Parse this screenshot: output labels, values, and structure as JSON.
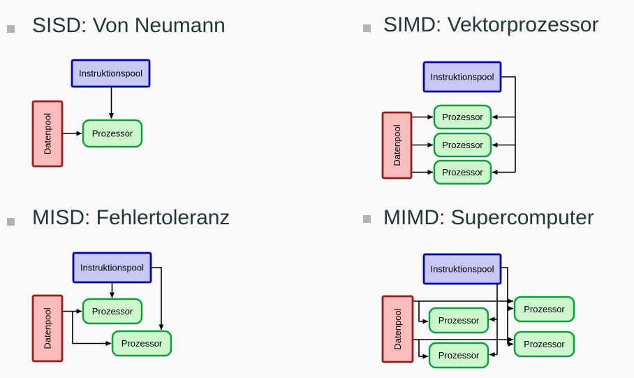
{
  "slide": {
    "background_color": "#fafafa",
    "title_color": "#23373b",
    "bullet_color": "#b3b3b3"
  },
  "labels": {
    "instruction_pool": "Instruktionspool",
    "data_pool": "Datenpool",
    "processor": "Prozessor"
  },
  "colors": {
    "instruction_pool_fill": "#c8c8f5",
    "instruction_pool_border": "#0000ad",
    "data_pool_fill": "#fbbcbc",
    "data_pool_border": "#9b1b1b",
    "processor_fill": "#cdf8cd",
    "processor_border": "#0f9e3e",
    "connector": "#000000"
  },
  "sections": [
    {
      "id": "sisd",
      "title": "SISD: Von Neumann",
      "diagram": {
        "processor_count": 1,
        "edges": [
          "Instruktionspool → Prozessor",
          "Datenpool → Prozessor"
        ]
      }
    },
    {
      "id": "simd",
      "title": "SIMD: Vektorprozessor",
      "diagram": {
        "processor_count": 3,
        "edges": [
          "Instruktionspool → Prozessor 1/2/3 (von rechts)",
          "Datenpool → Prozessor 1/2/3 (von links)"
        ]
      }
    },
    {
      "id": "misd",
      "title": "MISD: Fehlertoleranz",
      "diagram": {
        "processor_count": 2,
        "edges": [
          "Instruktionspool → Prozessor 1 (von oben)",
          "Instruktionspool → Prozessor 2 (von oben)",
          "Datenpool → Prozessor 1",
          "Datenpool → Prozessor 2"
        ]
      }
    },
    {
      "id": "mimd",
      "title": "MIMD: Supercomputer",
      "diagram": {
        "processor_count": 4,
        "edges": [
          "Instruktionspool → innere Prozessoren (von rechts)",
          "Instruktionspool → äußere Prozessoren (von links)",
          "Datenpool → innere Prozessoren",
          "Datenpool → äußere Prozessoren"
        ]
      }
    }
  ]
}
